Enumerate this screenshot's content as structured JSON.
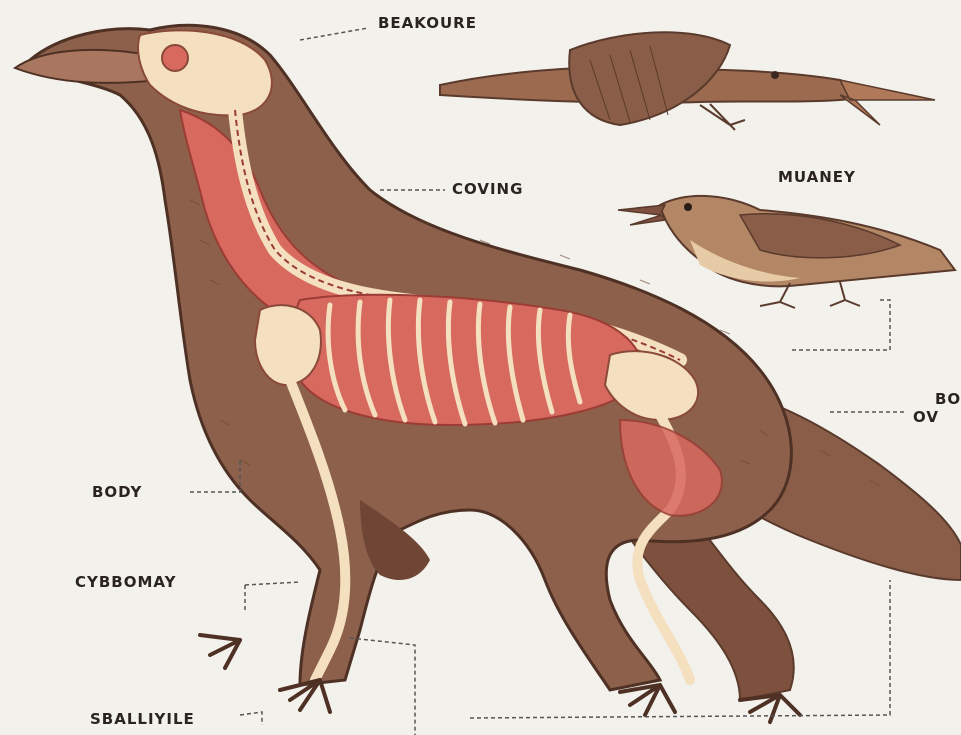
{
  "diagram": {
    "labels": {
      "top": "BEAKOURE",
      "neck": "COVING",
      "bird": "MUANEY",
      "tail_a": "BO",
      "tail_b": "OV",
      "body": "BODY",
      "leg": "CYBBOMAY",
      "foot": "SBALLIYILE"
    },
    "colors": {
      "background": "#f3f1ec",
      "fur": "#8a5d48",
      "muscle": "#d8695f",
      "bone": "#f4dfbf",
      "leader_line": "#555555",
      "text": "#2a2320"
    }
  }
}
